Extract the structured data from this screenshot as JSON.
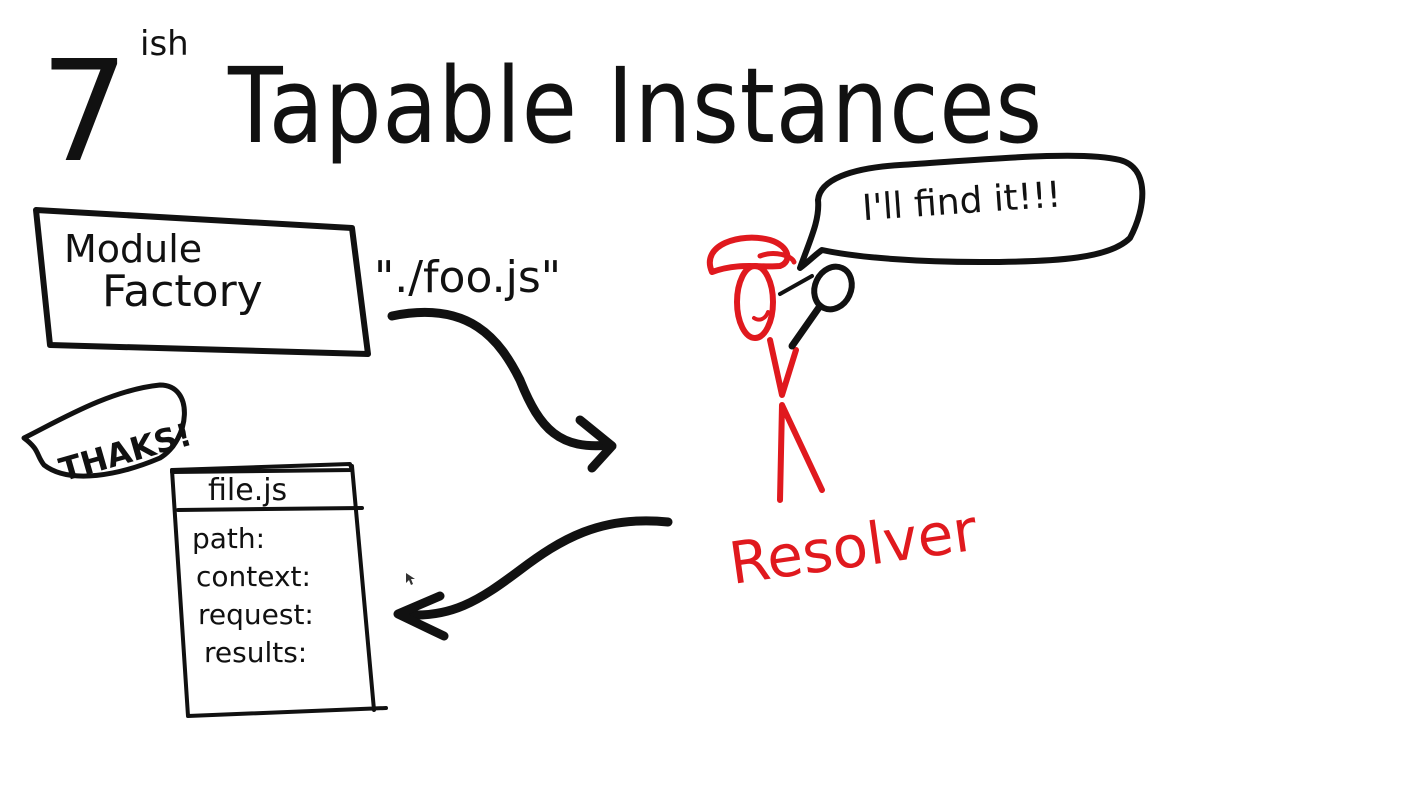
{
  "title": {
    "number": "7",
    "superscript": "ish",
    "text": "Tapable Instances"
  },
  "module_factory": {
    "line1": "Module",
    "line2": "Factory"
  },
  "request_label": "\"./foo.js\"",
  "thanks_bubble": "THAKS!",
  "resolver": {
    "label": "Resolver",
    "speech": "I'll find it!!!"
  },
  "file_card": {
    "title": "file.js",
    "fields": [
      "path:",
      "context:",
      "request:",
      "results:"
    ]
  },
  "colors": {
    "ink": "#111111",
    "resolver": "#e0191e",
    "background": "#ffffff"
  }
}
